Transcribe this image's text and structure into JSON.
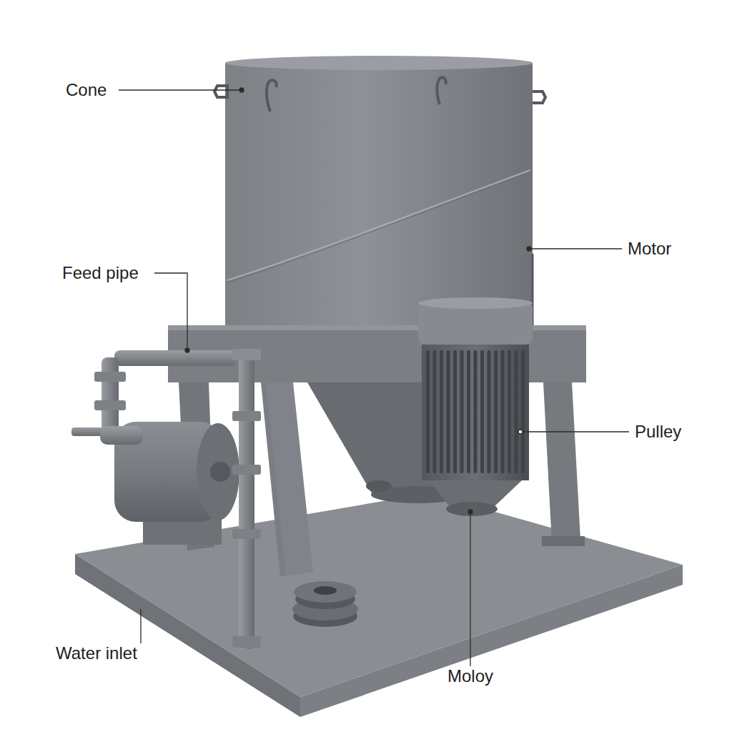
{
  "diagram": {
    "labels": [
      "Cone",
      "Motor",
      "Feed pipe",
      "Pulley",
      "Water inlet",
      "Moloy"
    ]
  }
}
